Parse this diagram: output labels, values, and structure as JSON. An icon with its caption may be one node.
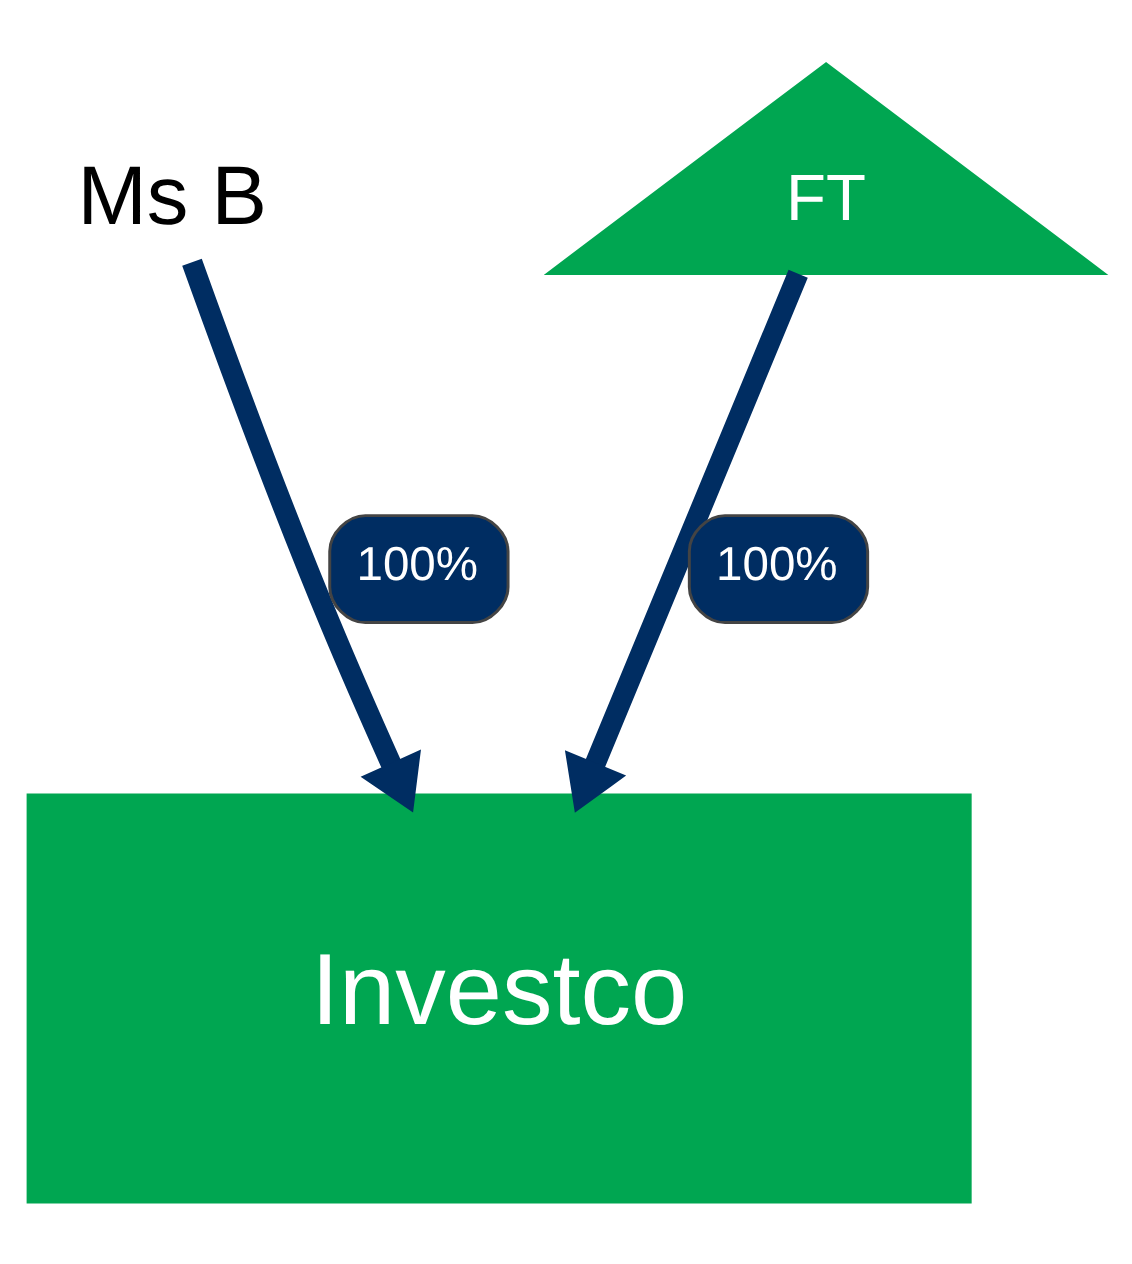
{
  "diagram": {
    "nodes": [
      {
        "text": [
          "Ms B"
        ]
      },
      {
        "text": [
          "FT"
        ]
      },
      {
        "text": [
          "Investco"
        ]
      }
    ],
    "edges": [
      {
        "from": 0,
        "to": 2,
        "arrow": "to",
        "label": "100%"
      },
      {
        "from": 1,
        "to": 2,
        "arrow": "to",
        "label": "100%"
      }
    ]
  }
}
